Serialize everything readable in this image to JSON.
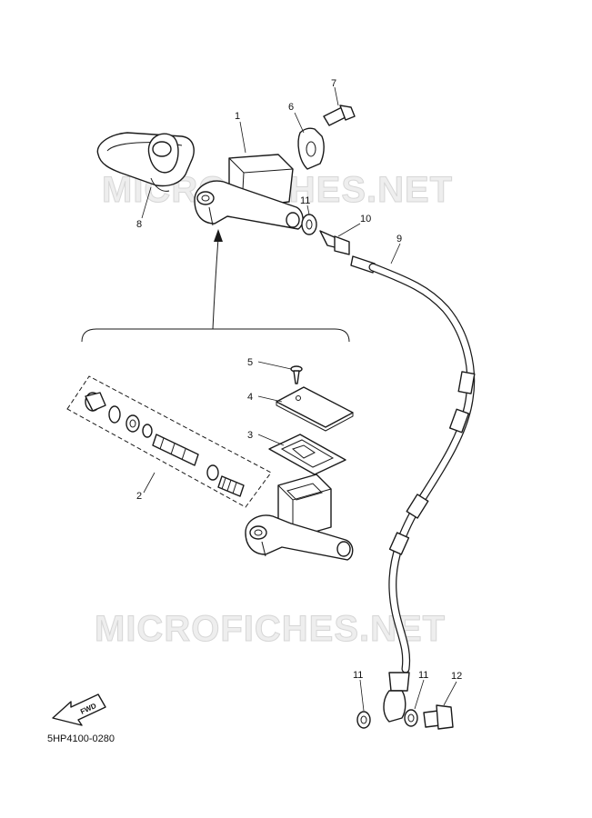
{
  "watermark": "MICROFICHES.NET",
  "diagram_code": "5HP4100-0280",
  "fwd_label": "FWD",
  "callouts": {
    "c1": "1",
    "c2": "2",
    "c3": "3",
    "c4": "4",
    "c5": "5",
    "c6": "6",
    "c7": "7",
    "c8": "8",
    "c9": "9",
    "c10": "10",
    "c11a": "11",
    "c11b": "11",
    "c11c": "11",
    "c12": "12"
  }
}
